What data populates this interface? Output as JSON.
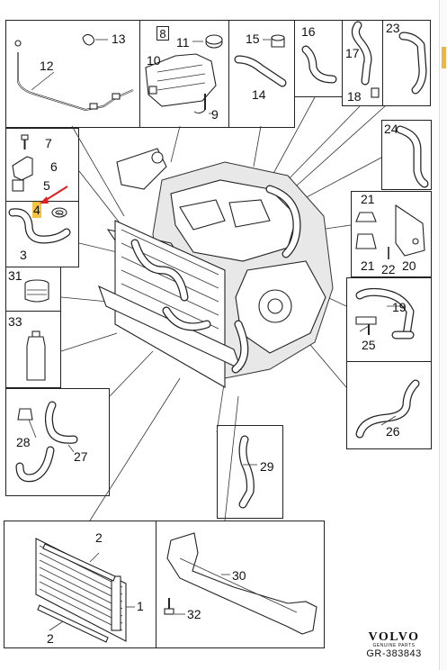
{
  "diagram": {
    "callouts": {
      "c1": "1",
      "c2a": "2",
      "c2b": "2",
      "c3": "3",
      "c4": "4",
      "c5": "5",
      "c6": "6",
      "c7": "7",
      "c8": "8",
      "c9": "9",
      "c10": "10",
      "c11": "11",
      "c12": "12",
      "c13": "13",
      "c14": "14",
      "c15": "15",
      "c16": "16",
      "c17": "17",
      "c18": "18",
      "c19": "19",
      "c20": "20",
      "c21a": "21",
      "c21b": "21",
      "c22": "22",
      "c23": "23",
      "c24": "24",
      "c25": "25",
      "c26": "26",
      "c27": "27",
      "c28": "28",
      "c29": "29",
      "c30": "30",
      "c31": "31",
      "c32": "32",
      "c33": "33"
    },
    "highlighted_part": "4",
    "colors": {
      "highlight": "#f7c242",
      "pointer_arrow": "#e02020",
      "line": "#222222"
    }
  },
  "brand": {
    "logo": "VOLVO",
    "tagline": "GENUINE PARTS",
    "code": "GR-383843"
  }
}
